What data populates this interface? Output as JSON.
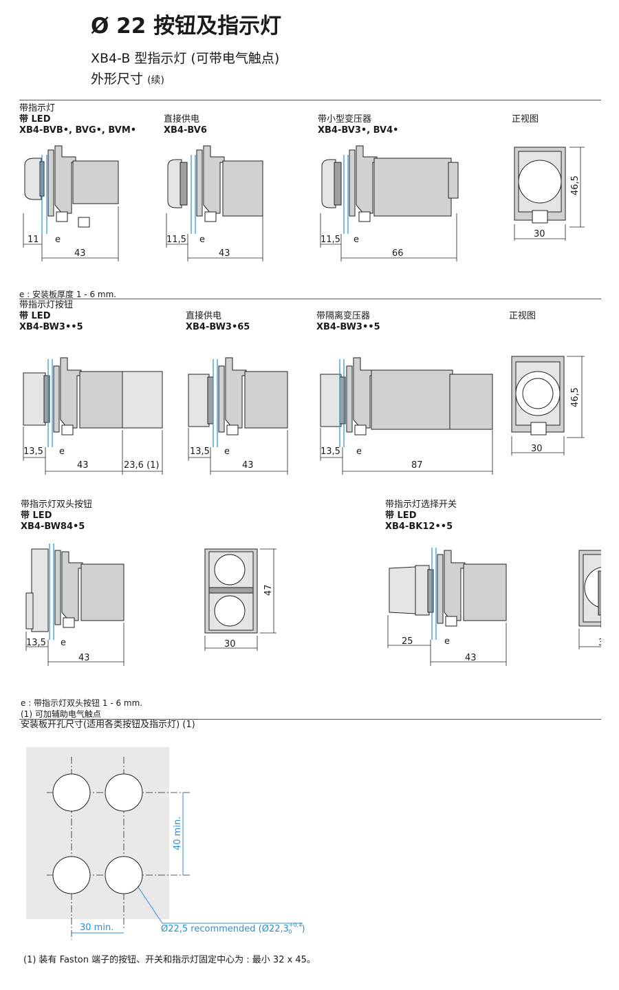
{
  "header": {
    "title": "Ø 22 按钮及指示灯",
    "subtitle": "XB4-B 型指示灯 (可带电气触点)",
    "subtitle2_main": "外形尺寸",
    "subtitle2_small": "(续)"
  },
  "section1": {
    "col1": {
      "l1": "带指示灯",
      "l2": "带 LED",
      "l3": "XB4-BVB•, BVG•, BVM•"
    },
    "col2": {
      "l1": "直接供电",
      "l2": "XB4-BV6"
    },
    "col3": {
      "l1": "带小型变压器",
      "l2": "XB4-BV3•, BV4•"
    },
    "col4": {
      "l1": "正视图"
    },
    "dims": {
      "a11": "11",
      "e": "e",
      "d43": "43",
      "a115": "11,5",
      "d66": "66",
      "d30": "30",
      "d465": "46,5"
    },
    "note": "e : 安装板厚度 1 - 6 mm."
  },
  "section2": {
    "col1": {
      "l1": "带指示灯按钮",
      "l2": "带 LED",
      "l3": "XB4-BW3••5"
    },
    "col2": {
      "l1": "直接供电",
      "l2": "XB4-BW3•65"
    },
    "col3": {
      "l1": "带隔离变压器",
      "l2": "XB4-BW3••5"
    },
    "col4": {
      "l1": "正视图"
    },
    "dims": {
      "a135": "13,5",
      "e": "e",
      "d43": "43",
      "d236": "23,6 (1)",
      "d87": "87",
      "d30": "30",
      "d465": "46,5"
    }
  },
  "section3": {
    "col1": {
      "l1": "带指示灯双头按钮",
      "l2": "带 LED",
      "l3": "XB4-BW84•5"
    },
    "col2": {
      "l1": "带指示灯选择开关",
      "l2": "带 LED",
      "l3": "XB4-BK12••5"
    },
    "dims": {
      "a135": "13,5",
      "e": "e",
      "d43": "43",
      "d30": "30",
      "d47": "47",
      "d25": "25"
    },
    "note1": "e : 带指示灯双头按钮 1 - 6 mm.",
    "note2": "(1) 可加辅助电气触点"
  },
  "section4": {
    "heading": "安装板开孔尺寸(适用各类按钮及指示灯) (1)",
    "d40": "40 min.",
    "d30": "30 min.",
    "hole": "Ø22,5 recommended (Ø22,3",
    "tol_plus": "+0,4",
    "tol_zero": "0",
    "hole_close": ")",
    "footnote": "(1)  装有 Faston 端子的按钮、开关和指示灯固定中心为 : 最小 32 x 45。"
  },
  "colors": {
    "accent": "#2a8fd0",
    "panel": "#e9e9e9"
  }
}
